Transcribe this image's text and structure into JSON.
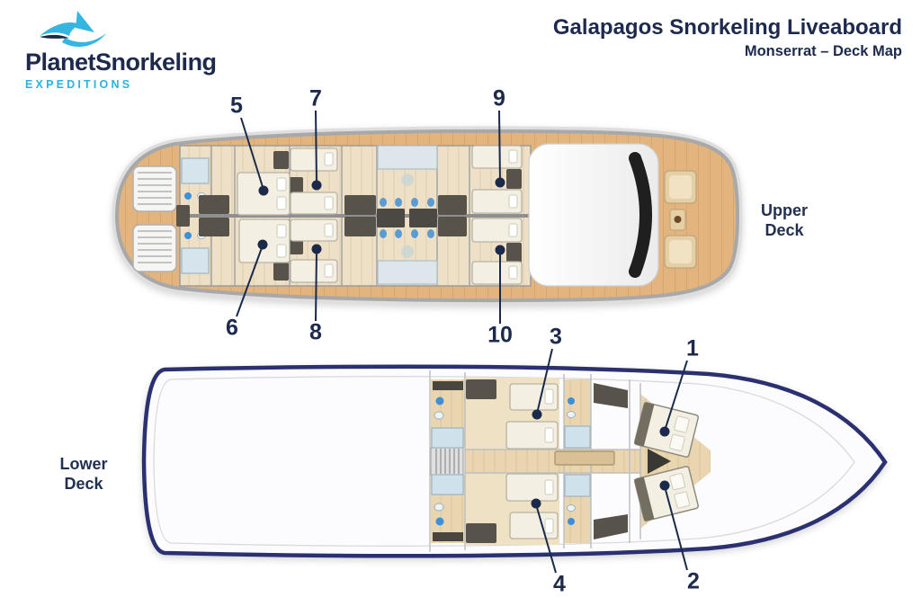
{
  "logo": {
    "brand": "PlanetSnorkeling",
    "tagline": "EXPEDITIONS"
  },
  "header": {
    "title": "Galapagos Snorkeling Liveaboard",
    "subtitle": "Monserrat – Deck Map"
  },
  "decks": {
    "upper": {
      "label": "Upper Deck",
      "cabin_numbers": [
        "5",
        "6",
        "7",
        "8",
        "9",
        "10"
      ]
    },
    "lower": {
      "label": "Lower Deck",
      "cabin_numbers": [
        "1",
        "2",
        "3",
        "4"
      ]
    }
  },
  "cabin_labels": [
    {
      "number": "1"
    },
    {
      "number": "2"
    },
    {
      "number": "3"
    },
    {
      "number": "4"
    },
    {
      "number": "5"
    },
    {
      "number": "6"
    },
    {
      "number": "7"
    },
    {
      "number": "8"
    },
    {
      "number": "9"
    },
    {
      "number": "10"
    }
  ],
  "colors": {
    "navy_text": "#1d2a4e",
    "accent_blue": "#2ab3e2",
    "deck_wood": "#e3b47e",
    "interior_wood": "#eee0c6",
    "hull_outline": "#2b3170",
    "leader_line": "#1b2a4a"
  }
}
